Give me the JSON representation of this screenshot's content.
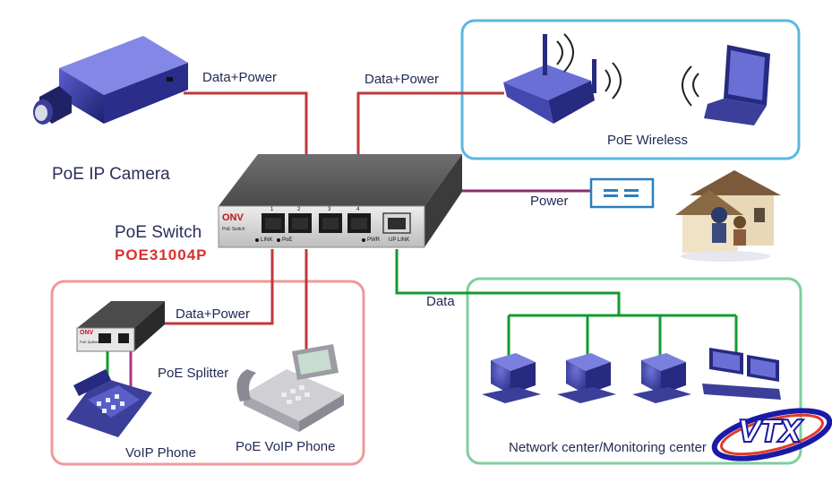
{
  "labels": {
    "camera": "PoE IP Camera",
    "switch": "PoE Switch",
    "model": "POE31004P",
    "data_power_camera": "Data+Power",
    "data_power_wireless": "Data+Power",
    "data_power_splitter": "Data+Power",
    "wireless": "PoE Wireless",
    "power": "Power",
    "data": "Data",
    "splitter": "PoE  Splitter",
    "voip_phone": "VoIP Phone",
    "poe_voip_phone": "PoE VoIP Phone",
    "network_center": "Network center/Monitoring center"
  },
  "switch_panel": {
    "brand": "ONV",
    "sub": "PoE Switch",
    "port_numbers": [
      "1",
      "2",
      "3",
      "4"
    ],
    "link": "LINK",
    "poe": "PoE",
    "pwr": "PWR",
    "uplink": "UP LINK"
  },
  "splitter_panel": {
    "brand": "ONV",
    "sub": "PoE Splitter"
  },
  "watermark": "VTX",
  "colors": {
    "poe_line": "#c0393b",
    "power_line": "#8a2e6e",
    "data_line": "#139a30",
    "wireless_box": "#5ab8e0",
    "voip_box": "#ef9a9a",
    "network_box": "#7fcf9c",
    "device_blue": "#3b3f9a"
  }
}
